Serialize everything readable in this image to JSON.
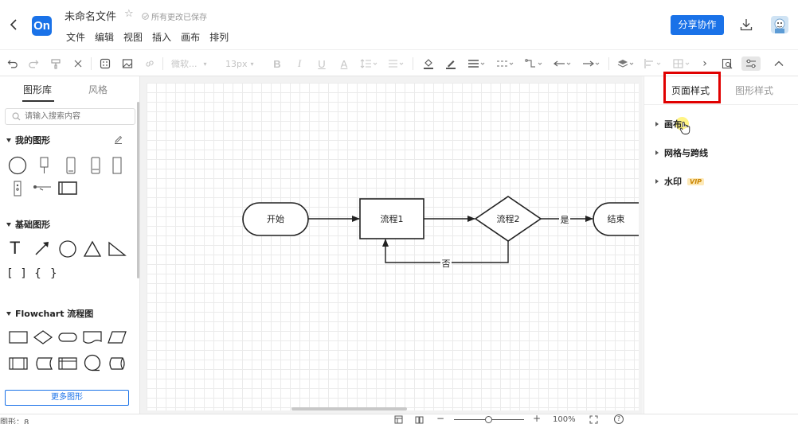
{
  "header": {
    "logo_text": "On",
    "document_title": "未命名文件",
    "save_status": "所有更改已保存",
    "menu": [
      "文件",
      "编辑",
      "视图",
      "插入",
      "画布",
      "排列"
    ],
    "share_button": "分享协作"
  },
  "toolbar": {
    "font_family": "微软...",
    "font_size": "13px",
    "icons": [
      "undo-icon",
      "redo-icon",
      "format-painter-icon",
      "clear-format-icon",
      "table-icon",
      "image-icon",
      "link-icon",
      "bold-icon",
      "italic-icon",
      "underline-icon",
      "font-color-icon",
      "line-height-icon",
      "align-icon",
      "fill-color-icon",
      "line-color-icon",
      "line-width-icon",
      "line-style-icon",
      "connector-icon",
      "arrow-start-icon",
      "arrow-end-icon",
      "layer-icon",
      "align-shapes-icon",
      "group-icon",
      "more-icon",
      "find-icon",
      "style-panel-icon",
      "collapse-icon"
    ]
  },
  "left_panel": {
    "tabs": [
      "图形库",
      "风格"
    ],
    "active_tab": "图形库",
    "search_placeholder": "请输入搜索内容",
    "sections": {
      "my_shapes": "我的图形",
      "basic_shapes": "基础图形",
      "flowchart": "Flowchart 流程图"
    },
    "basic_text_shape": "T",
    "brackets": [
      "[",
      "]",
      "{",
      "}"
    ],
    "more_shapes_button": "更多图形"
  },
  "canvas": {
    "nodes": {
      "start": "开始",
      "process1": "流程1",
      "decision": "流程2",
      "end": "结束"
    },
    "edge_labels": {
      "yes": "是",
      "no": "否"
    }
  },
  "right_panel": {
    "tabs": [
      "页面样式",
      "图形样式"
    ],
    "active_tab": "页面样式",
    "sections": [
      "画布",
      "网格与跨线",
      "水印"
    ],
    "vip_badge": "VIP"
  },
  "status_bar": {
    "shape_count_label": "图形：8",
    "zoom_level": "100%",
    "zoom_fraction": 0.5,
    "help_symbol": "?"
  },
  "colors": {
    "accent": "#1a72e8",
    "highlight_box": "#e00000"
  }
}
